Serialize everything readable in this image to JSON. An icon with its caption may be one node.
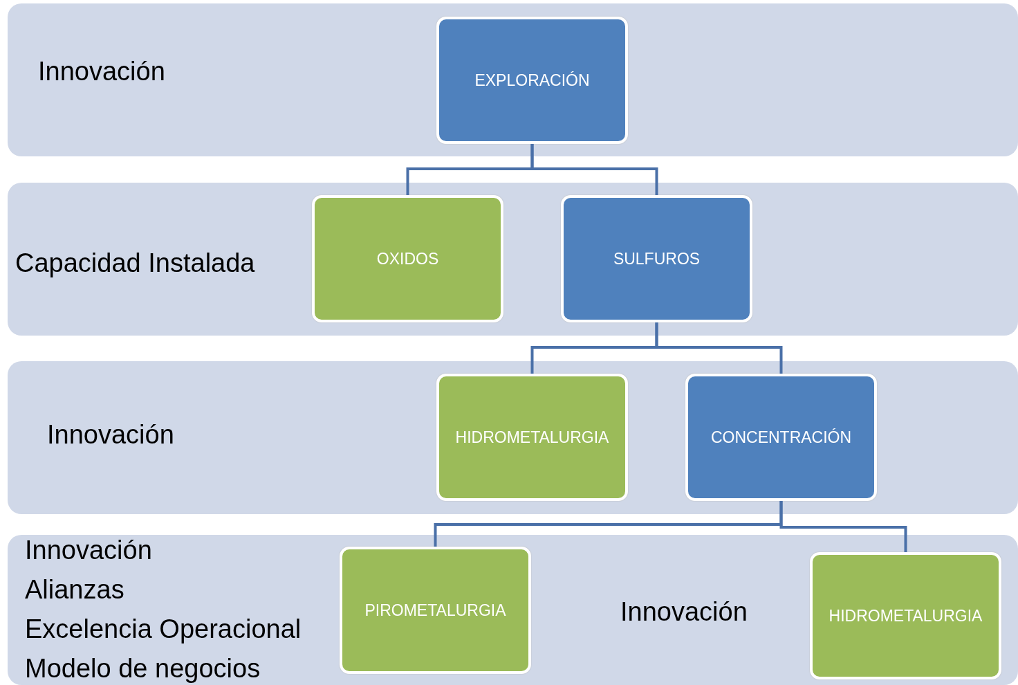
{
  "diagram": {
    "nodes": [
      {
        "text": [
          "Innovación"
        ]
      },
      {
        "text": [
          "EXPLORACIÓN"
        ],
        "in": 0
      },
      {
        "text": [
          "Capacidad Instalada"
        ]
      },
      {
        "text": [
          "OXIDOS"
        ],
        "in": 2
      },
      {
        "text": [
          "SULFUROS"
        ],
        "in": 2
      },
      {
        "text": [
          "Innovación"
        ]
      },
      {
        "text": [
          "HIDROMETALURGIA"
        ],
        "in": 5
      },
      {
        "text": [
          "CONCENTRACIÓN"
        ],
        "in": 5
      },
      {
        "text": [
          "Innovación",
          "Alianzas",
          "Excelencia Operacional",
          "Modelo de negocios",
          "Innovación"
        ]
      },
      {
        "text": [
          "PIROMETALURGIA"
        ],
        "in": 8
      },
      {
        "text": [
          "HIDROMETALURGIA"
        ],
        "in": 8
      }
    ],
    "edges": [
      {
        "from": 1,
        "to": 3,
        "arrow": "none"
      },
      {
        "from": 1,
        "to": 4,
        "arrow": "none"
      },
      {
        "from": 4,
        "to": 6,
        "arrow": "none"
      },
      {
        "from": 4,
        "to": 7,
        "arrow": "none"
      },
      {
        "from": 7,
        "to": 9,
        "arrow": "none"
      },
      {
        "from": 7,
        "to": 10,
        "arrow": "none"
      }
    ]
  }
}
